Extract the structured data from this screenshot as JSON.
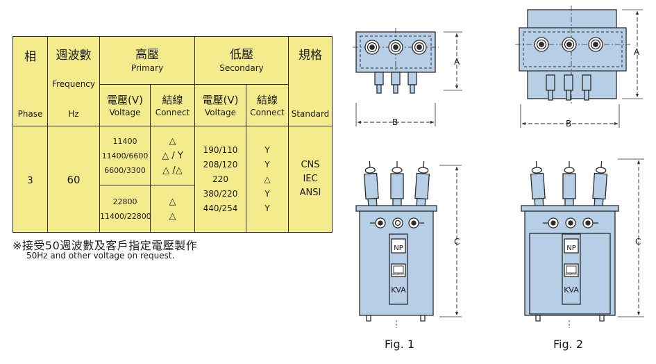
{
  "table": {
    "header": {
      "phase_cjk": "相",
      "phase_en": "Phase",
      "freq_cjk": "週波數",
      "freq_en": "Frequency",
      "freq_unit": "Hz",
      "primary_cjk": "高壓",
      "primary_en": "Primary",
      "secondary_cjk": "低壓",
      "secondary_en": "Secondary",
      "standard_cjk": "規格",
      "standard_en": "Standard",
      "voltage_cjk": "電壓(V)",
      "voltage_en": "Voltage",
      "connect_cjk": "結線",
      "connect_en": "Connect"
    },
    "phase": "3",
    "frequency": "60",
    "primary_group1": {
      "voltages": [
        "11400",
        "11400/6600",
        "6600/3300"
      ],
      "connects": [
        "△",
        "△ / Y",
        "△ /△"
      ]
    },
    "primary_group2": {
      "voltages": [
        "22800",
        "11400/22800"
      ],
      "connects": [
        "△",
        "△"
      ]
    },
    "secondary": {
      "voltages": [
        "190/110",
        "208/120",
        "220",
        "380/220",
        "440/254"
      ],
      "connects": [
        "Y",
        "Y",
        "△",
        "Y",
        "Y"
      ]
    },
    "standards": [
      "CNS",
      "IEC",
      "ANSI"
    ]
  },
  "note": {
    "cjk": "※接受50週波數及客戶指定電壓製作",
    "en": "50Hz and other voltage on request."
  },
  "figures": {
    "fig1_label": "Fig. 1",
    "fig2_label": "Fig. 2",
    "dim_a": "A",
    "dim_b": "B",
    "dim_c": "C",
    "nameplate": "NP",
    "kva": "KVA",
    "logo_text": "WAAIELEC"
  },
  "colors": {
    "table_bg": "#f4ec8c",
    "drawing_fill": "#b7cfe6",
    "line": "#2b2b2b"
  }
}
